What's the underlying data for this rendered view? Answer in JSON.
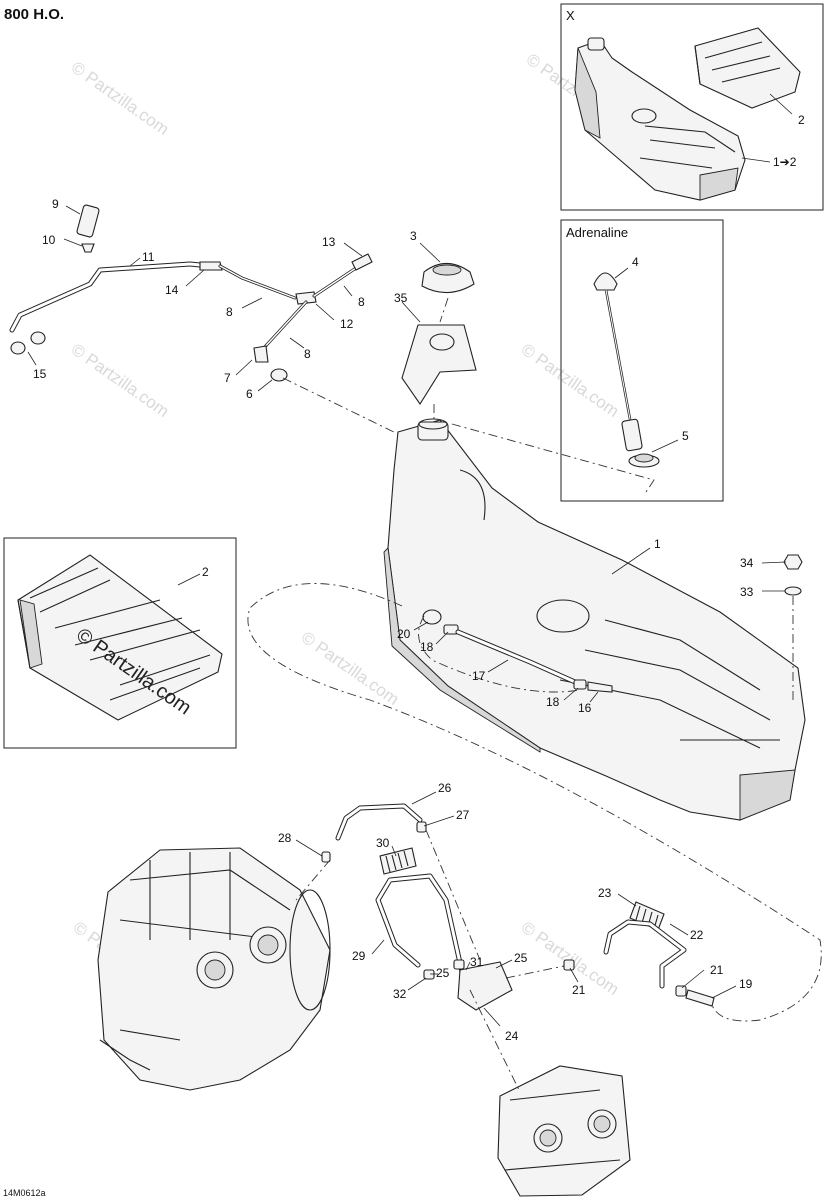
{
  "diagram": {
    "title": "800 H.O.",
    "drawing_code": "14M0612a",
    "inset_x": {
      "title": "X",
      "labels": [
        {
          "id": "x-2",
          "text": "2"
        },
        {
          "id": "x-1to2",
          "text": "1➔2"
        }
      ]
    },
    "inset_adrenaline": {
      "title": "Adrenaline",
      "labels": [
        {
          "id": "ad-4",
          "text": "4"
        },
        {
          "id": "ad-5",
          "text": "5"
        }
      ]
    },
    "inset_left": {
      "labels": [
        {
          "id": "l-2",
          "text": "2"
        }
      ],
      "watermark": "© Partzilla.com"
    },
    "callouts": [
      {
        "id": "c9",
        "text": "9"
      },
      {
        "id": "c10",
        "text": "10"
      },
      {
        "id": "c11",
        "text": "11"
      },
      {
        "id": "c14",
        "text": "14"
      },
      {
        "id": "c15",
        "text": "15"
      },
      {
        "id": "c13",
        "text": "13"
      },
      {
        "id": "c3",
        "text": "3"
      },
      {
        "id": "c8a",
        "text": "8"
      },
      {
        "id": "c8b",
        "text": "8"
      },
      {
        "id": "c8c",
        "text": "8"
      },
      {
        "id": "c12",
        "text": "12"
      },
      {
        "id": "c35",
        "text": "35"
      },
      {
        "id": "c7",
        "text": "7"
      },
      {
        "id": "c6",
        "text": "6"
      },
      {
        "id": "c1",
        "text": "1"
      },
      {
        "id": "c34",
        "text": "34"
      },
      {
        "id": "c33",
        "text": "33"
      },
      {
        "id": "c20",
        "text": "20"
      },
      {
        "id": "c18a",
        "text": "18"
      },
      {
        "id": "c17",
        "text": "17"
      },
      {
        "id": "c18b",
        "text": "18"
      },
      {
        "id": "c16",
        "text": "16"
      },
      {
        "id": "c26",
        "text": "26"
      },
      {
        "id": "c27",
        "text": "27"
      },
      {
        "id": "c28",
        "text": "28"
      },
      {
        "id": "c30",
        "text": "30"
      },
      {
        "id": "c23",
        "text": "23"
      },
      {
        "id": "c22",
        "text": "22"
      },
      {
        "id": "c29",
        "text": "29"
      },
      {
        "id": "c31",
        "text": "31"
      },
      {
        "id": "c25a",
        "text": "25"
      },
      {
        "id": "c25b",
        "text": "25"
      },
      {
        "id": "c21a",
        "text": "21"
      },
      {
        "id": "c21b",
        "text": "21"
      },
      {
        "id": "c19",
        "text": "19"
      },
      {
        "id": "c32",
        "text": "32"
      },
      {
        "id": "c24",
        "text": "24"
      }
    ],
    "watermarks": [
      {
        "id": "wm1",
        "text": "© Partzilla.com"
      },
      {
        "id": "wm2",
        "text": "© Partzilla.com"
      },
      {
        "id": "wm3",
        "text": "© Partzilla.com"
      },
      {
        "id": "wm4",
        "text": "© Partzilla.com"
      },
      {
        "id": "wm5",
        "text": "© Partzilla.com"
      },
      {
        "id": "wm6",
        "text": "© Partzilla.com"
      },
      {
        "id": "wm7",
        "text": "© Partzilla.com"
      }
    ]
  }
}
